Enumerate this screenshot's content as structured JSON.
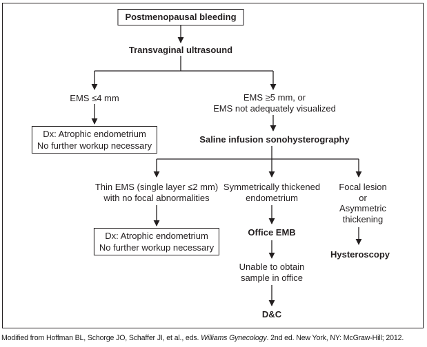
{
  "flowchart": {
    "start": "Postmenopausal bleeding",
    "tvus": "Transvaginal ultrasound",
    "ems_le4": "EMS ≤4 mm",
    "ems_ge5": [
      "EMS ≥5 mm, or",
      "EMS not adequately visualized"
    ],
    "dx_atrophic_1": [
      "Dx: Atrophic endometrium",
      "No further workup necessary"
    ],
    "sis": "Saline infusion sonohysterography",
    "thin_ems": [
      "Thin EMS (single layer ≤2 mm)",
      "with no focal abnormalities"
    ],
    "sym_thick": [
      "Symmetrically thickened",
      "endometrium"
    ],
    "focal": [
      "Focal lesion",
      "or",
      "Asymmetric",
      "thickening"
    ],
    "dx_atrophic_2": [
      "Dx: Atrophic endometrium",
      "No further workup necessary"
    ],
    "office_emb": "Office EMB",
    "unable": [
      "Unable to obtain",
      "sample in office"
    ],
    "dc": "D&C",
    "hysteroscopy": "Hysteroscopy"
  },
  "caption": {
    "prefix": "Modified from Hoffman BL, Schorge JO, Schaffer JI, et al., eds. ",
    "italic": "Williams Gynecology",
    "suffix": ". 2nd ed. New York, NY: McGraw-Hill; 2012."
  },
  "colors": {
    "ink": "#231f20",
    "background": "#ffffff"
  }
}
